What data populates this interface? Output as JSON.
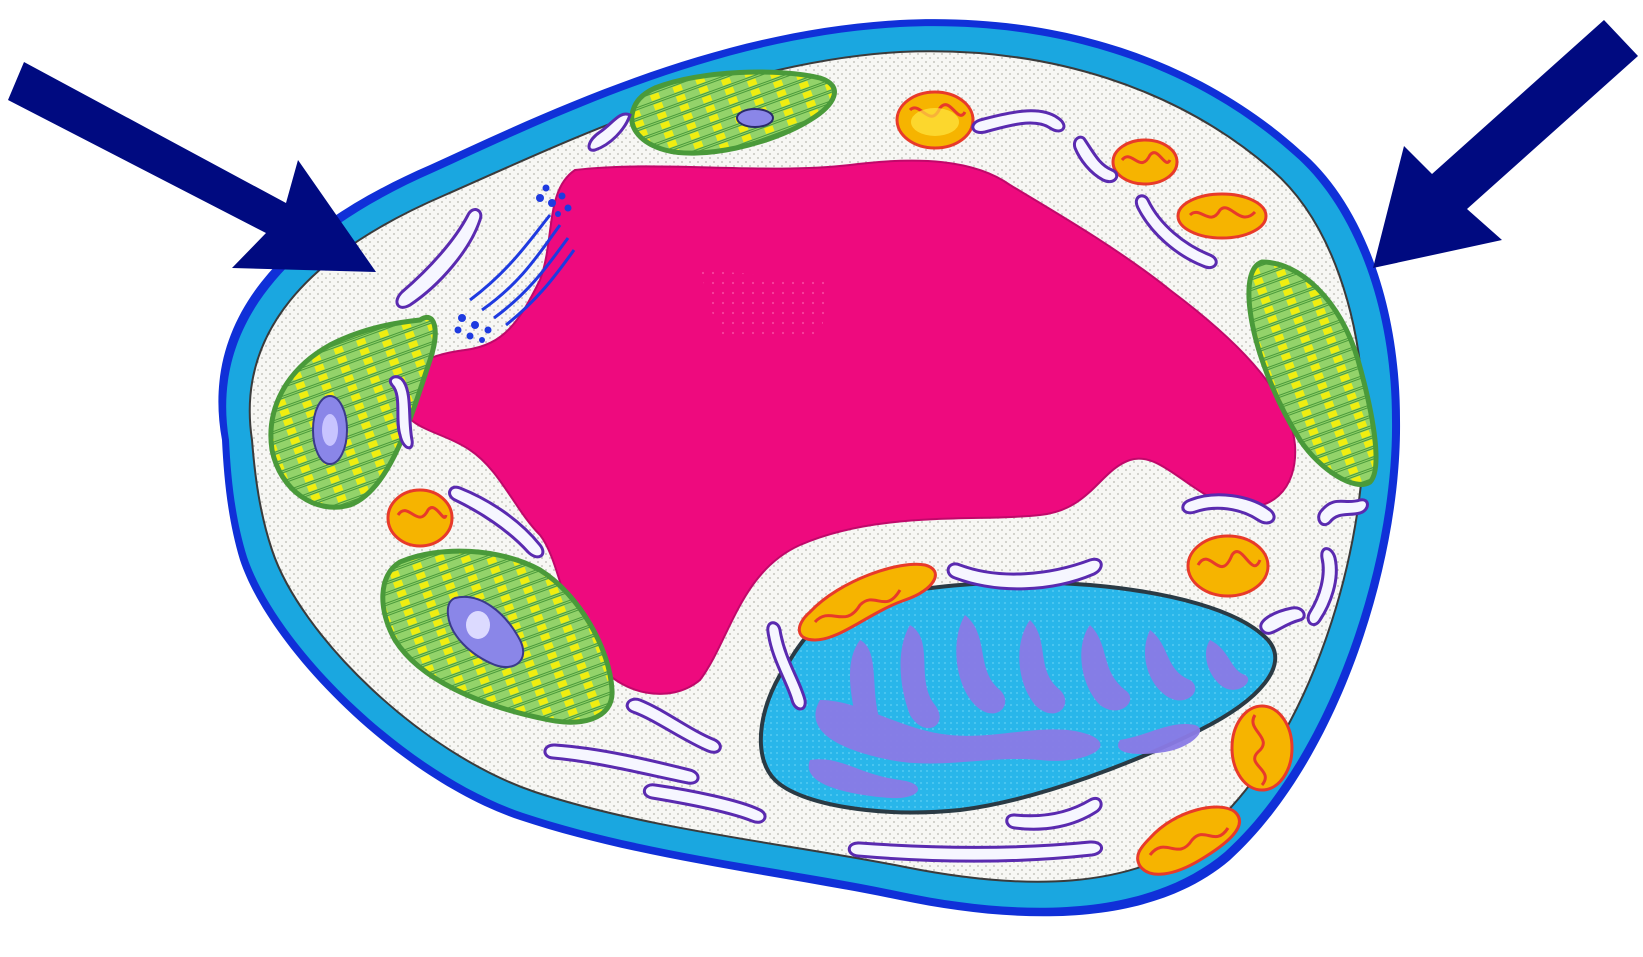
{
  "diagram": {
    "subject": "plant-cell",
    "labels": [],
    "colors": {
      "background": "#ffffff",
      "cell_wall_outline": "#1030d8",
      "cell_wall": "#1aa7e0",
      "cytoplasm": "#f7f7f4",
      "cytoplasm_dots": "#b8b8b0",
      "vacuole": "#ee0a7e",
      "vacuole_dots": "#ff70b8",
      "nucleus_outline": "#2a3a44",
      "nucleus": "#29b6ea",
      "chromatin": "#8a7be6",
      "chloroplast_outline": "#4a9a3a",
      "chloroplast_stroma": "#93d36a",
      "grana": "#f0ee10",
      "pyrenoid": "#8a86e8",
      "mitochondrion_outline": "#e83a2a",
      "mitochondrion_matrix": "#f6b400",
      "mitochondrion_inner": "#ffe640",
      "er_outline": "#5a2ab0",
      "er_fill": "#f6f6ff",
      "golgi": "#1e3ae0",
      "arrow": "#000a80"
    },
    "arrows": [
      {
        "name": "left-arrow",
        "points_to": "cell-wall"
      },
      {
        "name": "right-arrow",
        "points_to": "cell-wall"
      }
    ]
  }
}
